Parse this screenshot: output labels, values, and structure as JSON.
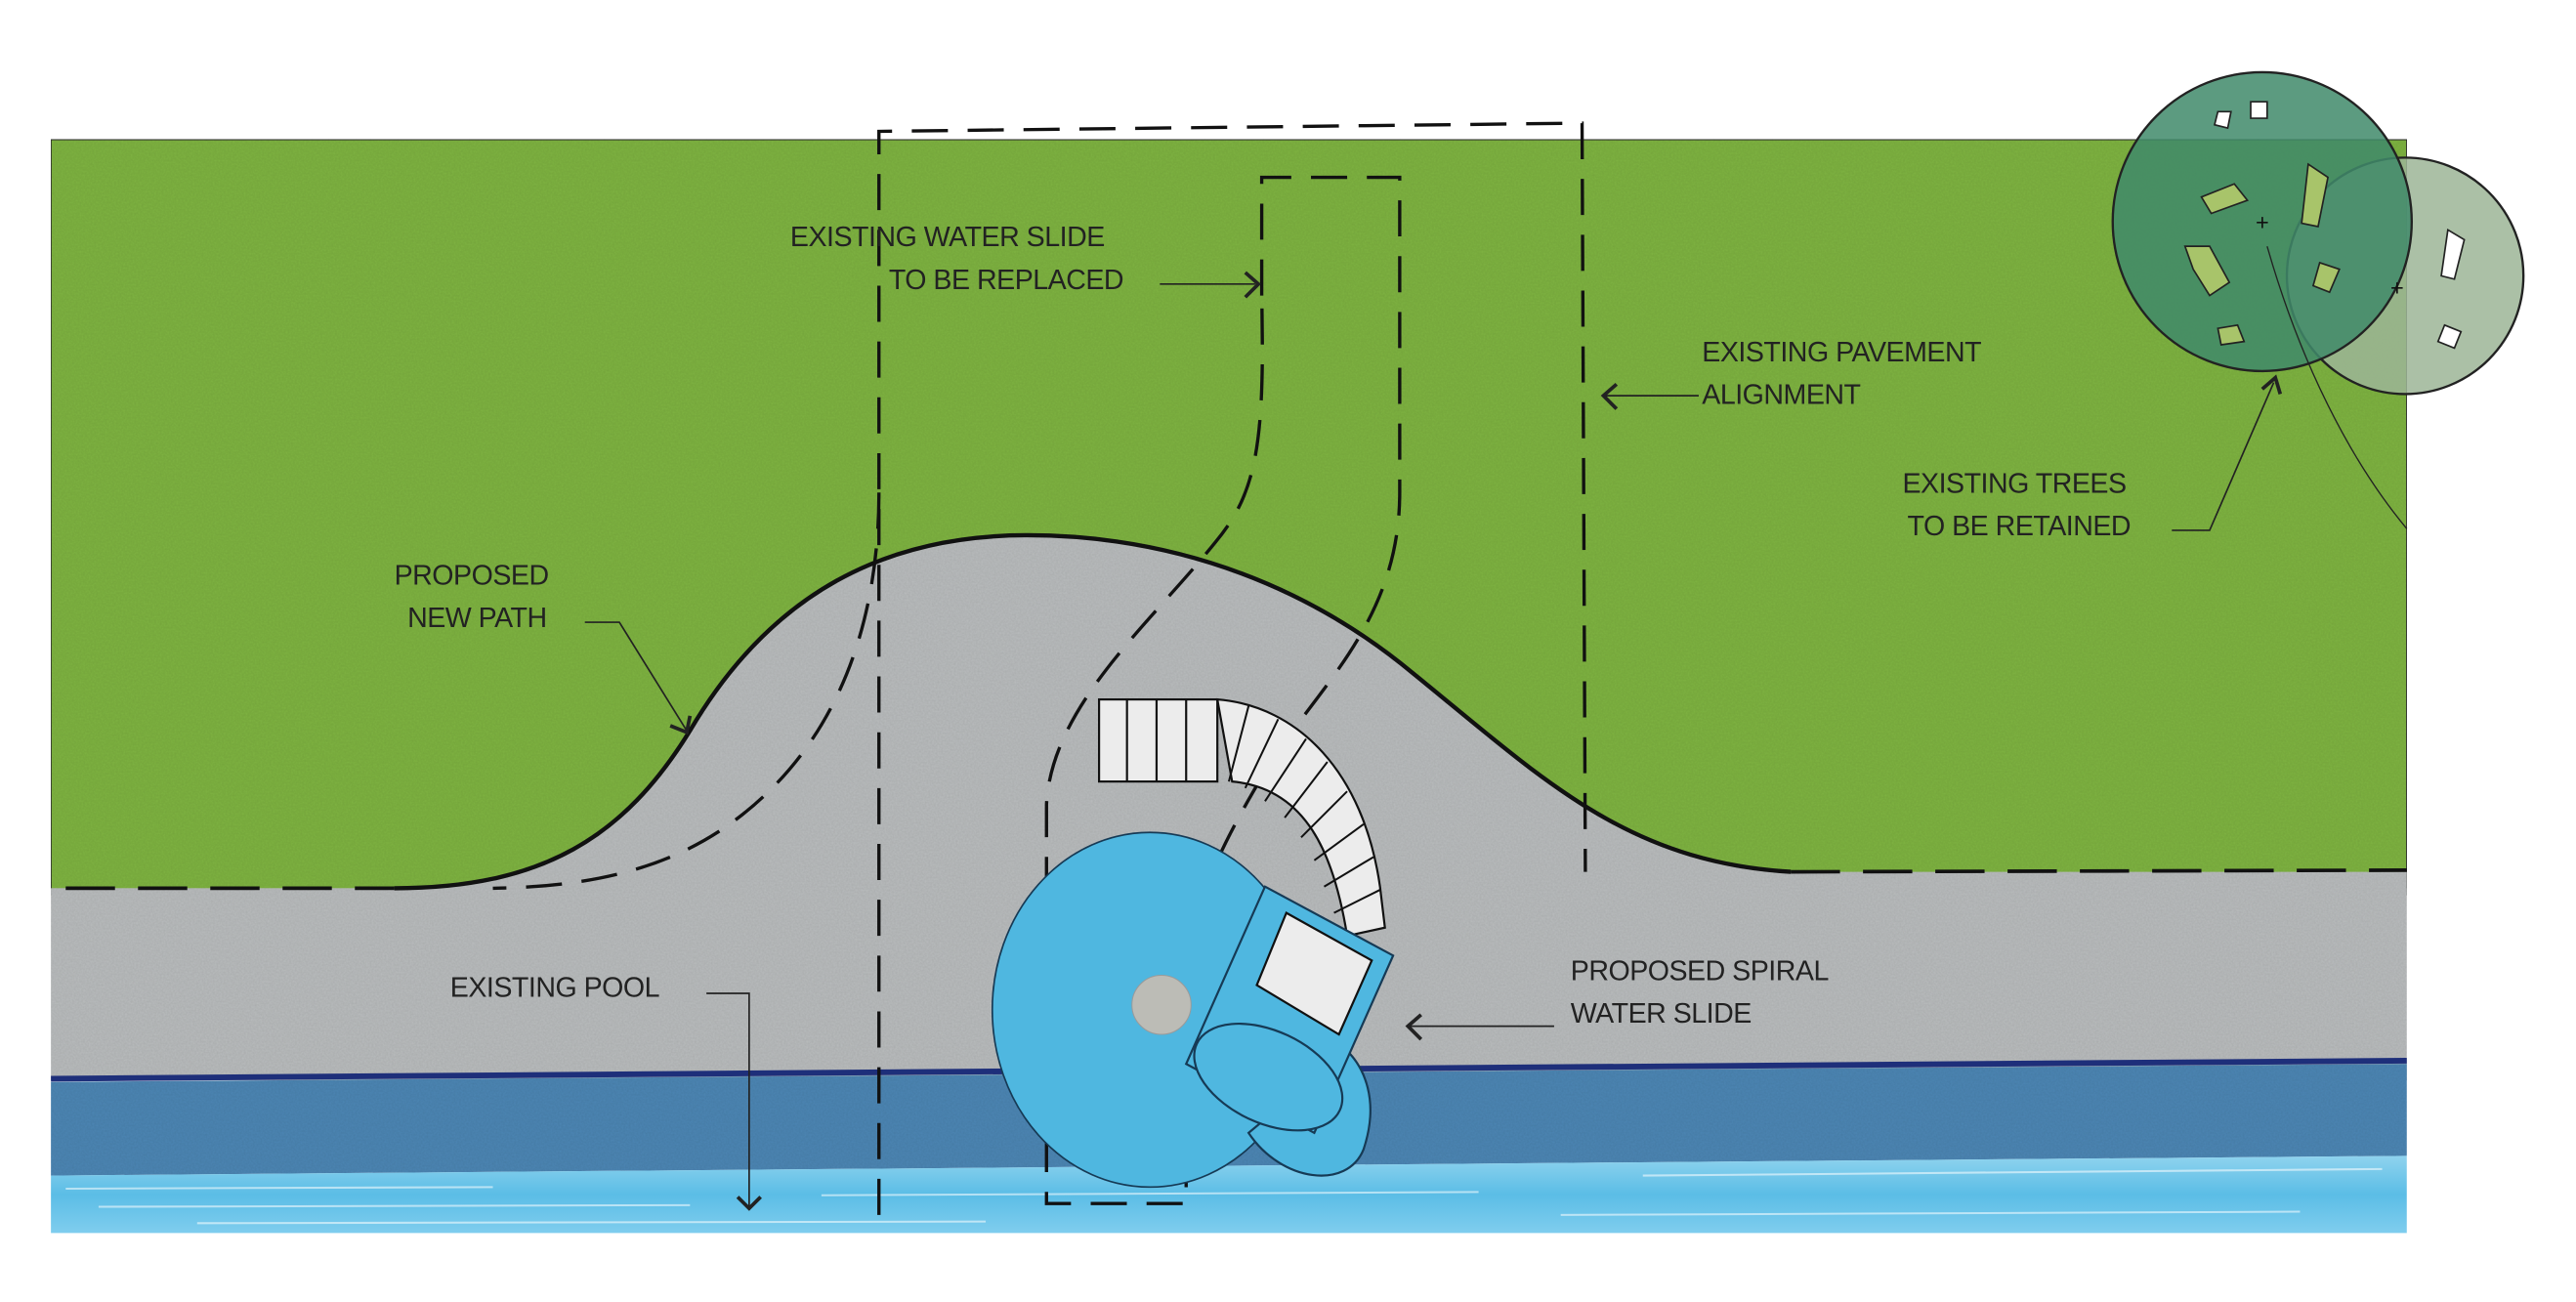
{
  "title": "Spiral water slide site plan",
  "labels": {
    "existing_slide": [
      "EXISTING WATER SLIDE",
      "TO BE REPLACED"
    ],
    "existing_pavement": [
      "EXISTING PAVEMENT",
      "ALIGNMENT"
    ],
    "existing_trees": [
      "EXISTING  TREES",
      "TO BE RETAINED"
    ],
    "proposed_path": [
      "PROPOSED",
      "NEW PATH"
    ],
    "existing_pool": [
      "EXISTING  POOL"
    ],
    "proposed_slide": [
      "PROPOSED SPIRAL",
      "WATER SLIDE"
    ]
  },
  "colors": {
    "lawn": "#7fb342",
    "pavement": "#b9bcbd",
    "pool_edge": "#1e2f7a",
    "pool_coping": "#4e86b4",
    "water": "#6ec6ea",
    "slide": "#4fb7e0",
    "tree_dark": "#3f8a6a",
    "tree_light": "#9cb596"
  }
}
